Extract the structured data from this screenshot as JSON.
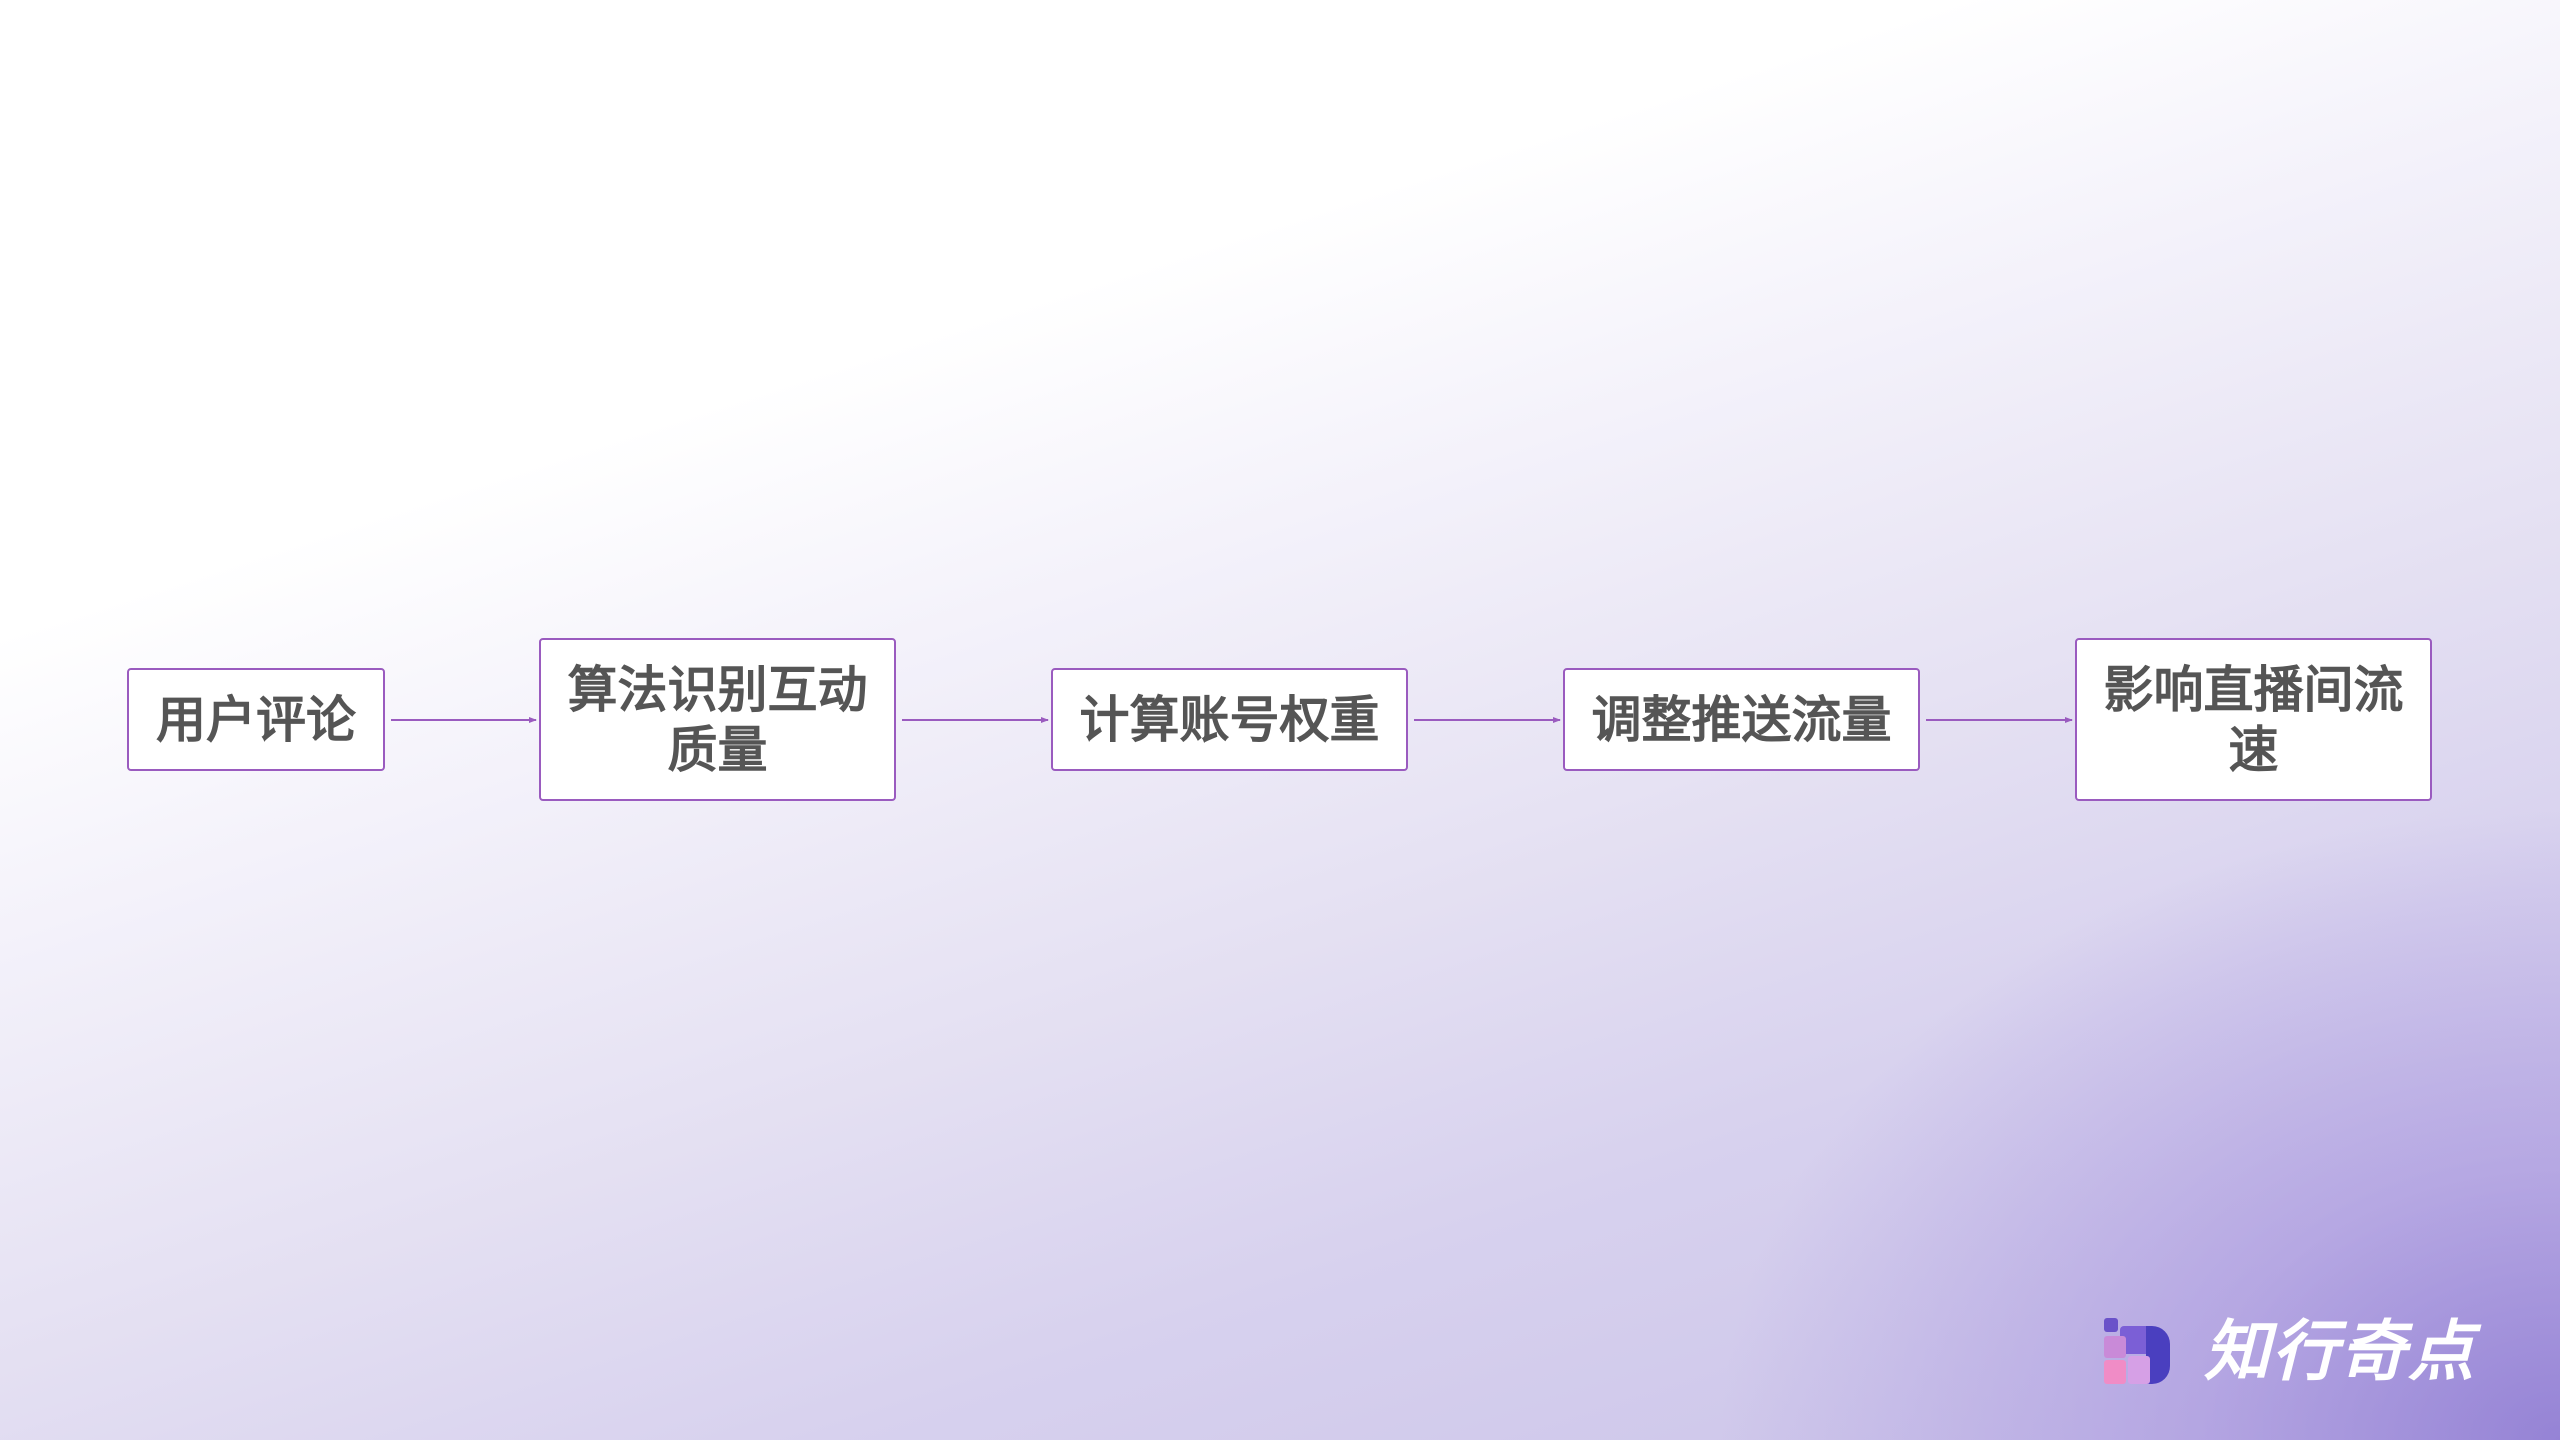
{
  "nodes": [
    {
      "id": "n1",
      "label": "用户评论"
    },
    {
      "id": "n2",
      "label_line1": "算法识别互动",
      "label_line2": "质量"
    },
    {
      "id": "n3",
      "label": "计算账号权重"
    },
    {
      "id": "n4",
      "label": "调整推送流量"
    },
    {
      "id": "n5",
      "label_line1": "影响直播间流",
      "label_line2": "速"
    }
  ],
  "edges": [
    {
      "from": "n1",
      "to": "n2"
    },
    {
      "from": "n2",
      "to": "n3"
    },
    {
      "from": "n3",
      "to": "n4"
    },
    {
      "from": "n4",
      "to": "n5"
    }
  ],
  "logo": {
    "text": "知行奇点",
    "icon": "logo-blocks-icon"
  },
  "colors": {
    "node_border": "#9a5bbf",
    "edge": "#9a5bbf",
    "text": "#555555"
  }
}
